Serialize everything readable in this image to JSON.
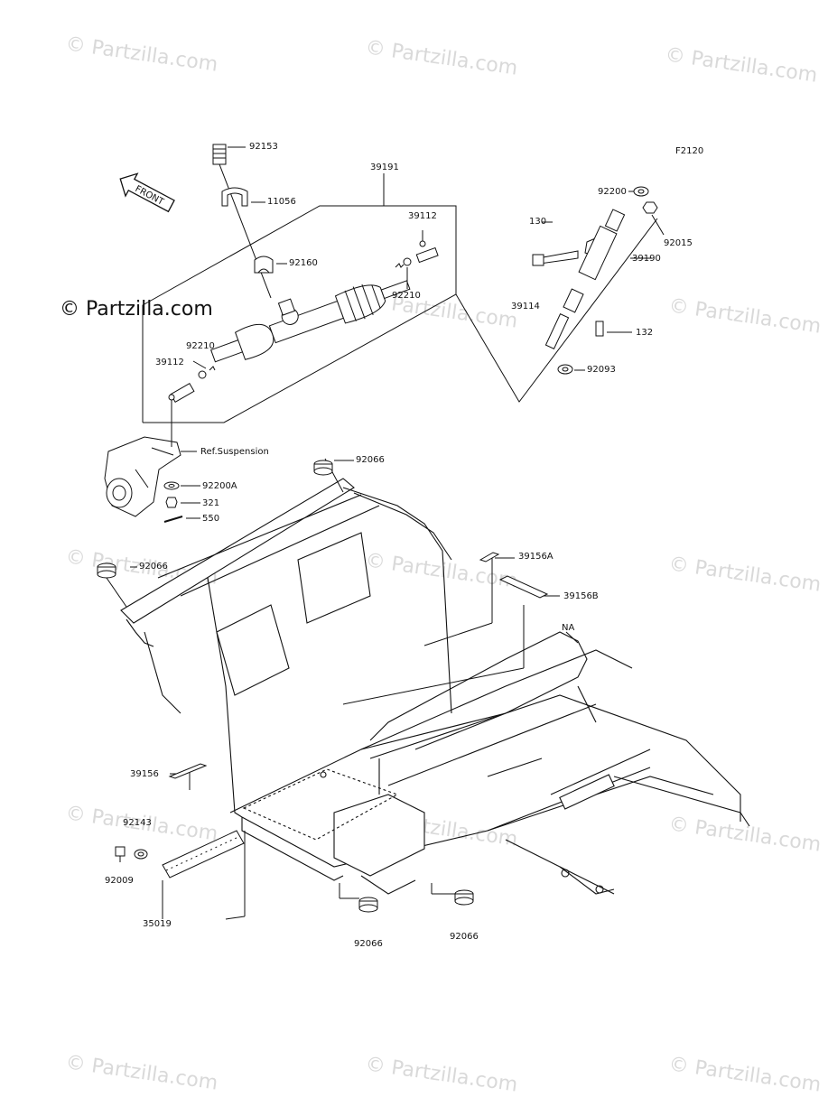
{
  "figure_code": "F2120",
  "copyright": "© Partzilla.com",
  "watermark": "© Partzilla.com",
  "front_arrow_text": "FRONT",
  "reference_note": "Ref.Suspension",
  "part_labels": {
    "p92153": "92153",
    "p11056": "11056",
    "p39191": "39191",
    "p39112_top": "39112",
    "p92160": "92160",
    "p92210_right": "92210",
    "p92210_left": "92210",
    "p39112_left": "39112",
    "p92200": "92200",
    "p92015": "92015",
    "p130": "130",
    "p39190": "39190",
    "p39114": "39114",
    "p132": "132",
    "p92093": "92093",
    "p92066_top": "92066",
    "p92200A": "92200A",
    "p321": "321",
    "p550": "550",
    "p92066_left": "92066",
    "p39156A": "39156A",
    "p39156B": "39156B",
    "pNA": "NA",
    "p39156": "39156",
    "p92143": "92143",
    "p92009": "92009",
    "p35019": "35019",
    "p92066_bottom_left": "92066",
    "p92066_bottom_right": "92066"
  }
}
